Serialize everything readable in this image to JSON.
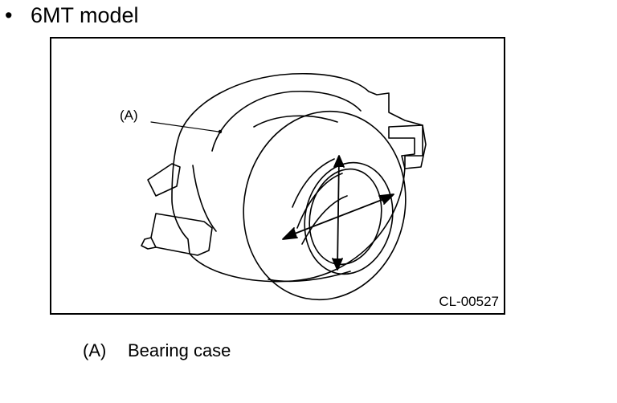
{
  "heading": {
    "bullet": "•",
    "text": "6MT model"
  },
  "figure": {
    "callout": "(A)",
    "code": "CL-00527",
    "illustration": "bearing-case-drawing"
  },
  "legend": [
    {
      "key": "(A)",
      "label": "Bearing case"
    }
  ]
}
